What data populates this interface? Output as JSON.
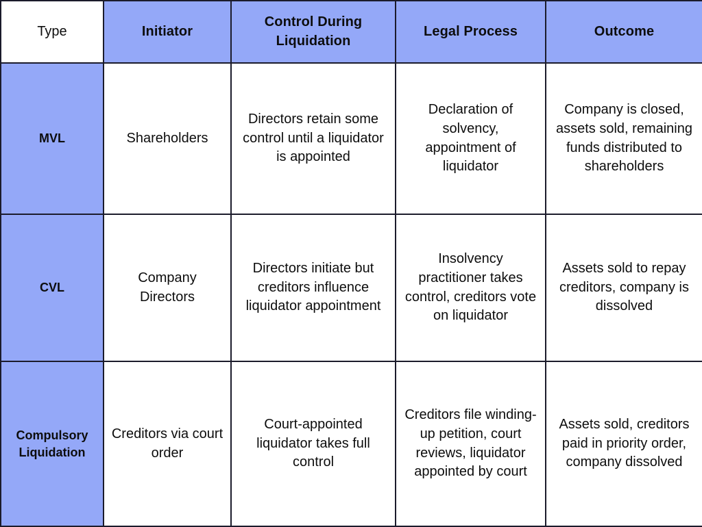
{
  "theme": {
    "header_fill": "#94a8f8",
    "row_label_fill": "#94a8f8",
    "cell_fill": "#ffffff",
    "border_color": "#1b1b2b",
    "text_color": "#0d0d0d"
  },
  "table": {
    "columns": [
      {
        "key": "type",
        "label": "Type"
      },
      {
        "key": "initiator",
        "label": "Initiator"
      },
      {
        "key": "control",
        "label": "Control During Liquidation"
      },
      {
        "key": "legal",
        "label": "Legal Process"
      },
      {
        "key": "outcome",
        "label": "Outcome"
      }
    ],
    "rows": [
      {
        "type": "MVL",
        "initiator": "Shareholders",
        "control": "Directors retain some control until a liquidator is appointed",
        "legal": "Declaration of solvency, appointment of liquidator",
        "outcome": "Company is closed, assets sold, remaining funds distributed to shareholders"
      },
      {
        "type": "CVL",
        "initiator": "Company Directors",
        "control": "Directors initiate but creditors influence liquidator appointment",
        "legal": "Insolvency practitioner takes control, creditors vote on liquidator",
        "outcome": "Assets sold to repay creditors, company is dissolved"
      },
      {
        "type": "Compulsory Liquidation",
        "initiator": "Creditors via court order",
        "control": "Court-appointed liquidator takes full control",
        "legal": "Creditors file winding-up petition, court reviews, liquidator appointed by court",
        "outcome": "Assets sold, creditors paid in priority order, company dissolved"
      }
    ]
  }
}
